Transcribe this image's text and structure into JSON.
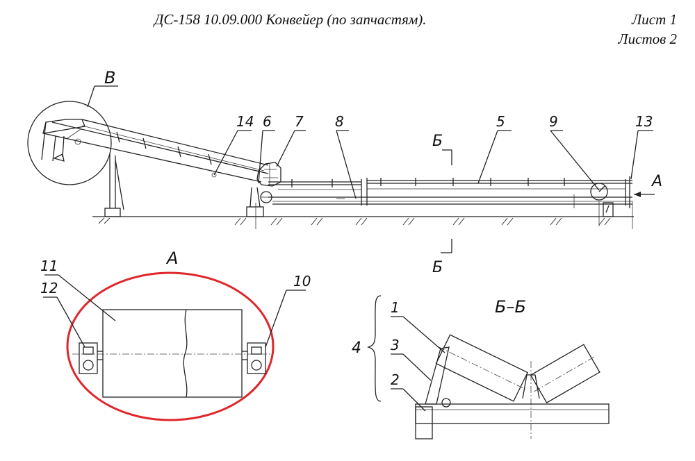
{
  "header": {
    "title": "ДС-158 10.09.000 Конвейер (по запчастям).",
    "sheet": "Лист 1",
    "sheets_total": "Листов 2"
  },
  "views": {
    "view_b": "В",
    "view_a_arrow": "А",
    "view_a_title": "А",
    "section_mark_top": "Б",
    "section_mark_bottom": "Б",
    "section_title": "Б–Б"
  },
  "callouts": {
    "p1": "1",
    "p2": "2",
    "p3": "3",
    "p4": "4",
    "p5": "5",
    "p6": "6",
    "p7": "7",
    "p8": "8",
    "p9": "9",
    "p10": "10",
    "p11": "11",
    "p12": "12",
    "p13": "13",
    "p14": "14"
  },
  "colors": {
    "line": "#222222",
    "highlight": "#e0262b"
  }
}
